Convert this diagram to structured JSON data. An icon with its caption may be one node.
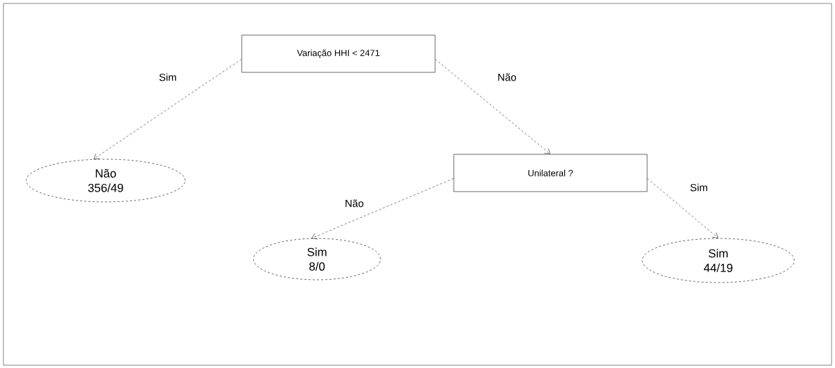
{
  "diagram": {
    "nodes": [
      {
        "text": [
          "Variação HHI < 2471"
        ]
      },
      {
        "text": [
          "Não",
          "356/49"
        ]
      },
      {
        "text": [
          "Unilateral ?"
        ]
      },
      {
        "text": [
          "Sim",
          "8/0"
        ]
      },
      {
        "text": [
          "Sim",
          "44/19"
        ]
      }
    ],
    "edges": [
      {
        "from": 0,
        "to": 1,
        "arrow": "to",
        "label": "Sim",
        "style": "dashed"
      },
      {
        "from": 0,
        "to": 2,
        "arrow": "to",
        "label": "Não",
        "style": "dashed"
      },
      {
        "from": 2,
        "to": 3,
        "arrow": "to",
        "label": "Não",
        "style": "dashed"
      },
      {
        "from": 2,
        "to": 4,
        "arrow": "to",
        "label": "Sim",
        "style": "dashed"
      }
    ]
  }
}
